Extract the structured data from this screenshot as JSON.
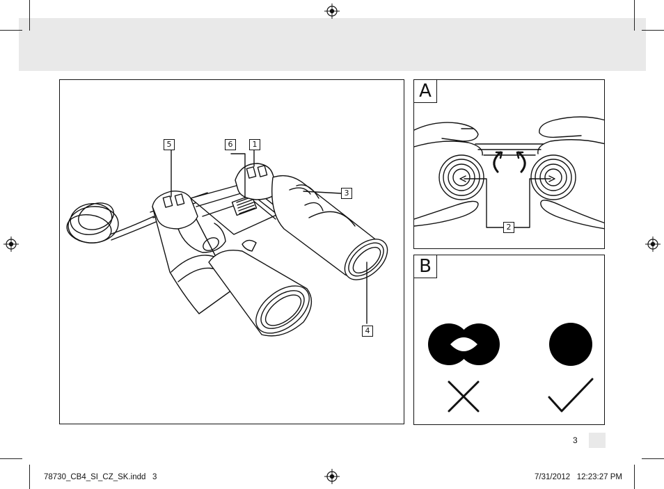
{
  "callouts": {
    "c1": "1",
    "c2": "2",
    "c3": "3",
    "c4": "4",
    "c5": "5",
    "c6": "6"
  },
  "panels": {
    "a_label": "A",
    "b_label": "B"
  },
  "footer": {
    "page_number": "3",
    "file_name": "78730_CB4_SI_CZ_SK.indd   3",
    "timestamp": "7/31/2012   12:23:27 PM"
  }
}
